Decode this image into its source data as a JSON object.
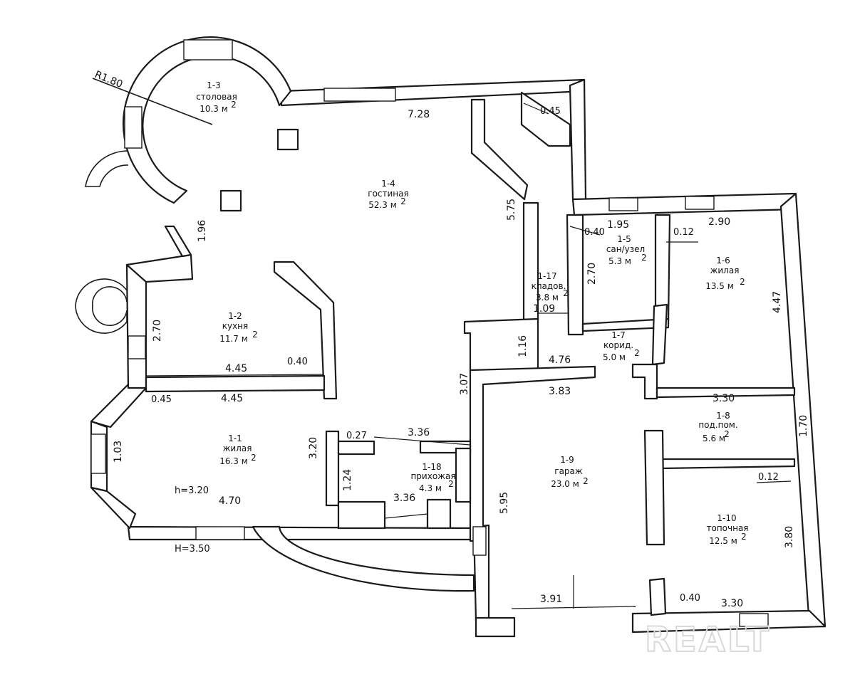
{
  "rooms": [
    {
      "id": "1-3",
      "name": "столовая",
      "area": "10.3 м",
      "sup": "2"
    },
    {
      "id": "1-4",
      "name": "гостиная",
      "area": "52.3 м",
      "sup": "2"
    },
    {
      "id": "1-2",
      "name": "кухня",
      "area": "11.7 м",
      "sup": "2"
    },
    {
      "id": "1-1",
      "name": "жилая",
      "area": "16.3 м",
      "sup": "2"
    },
    {
      "id": "1-18",
      "name": "прихожая",
      "area": "4.3 м",
      "sup": "2"
    },
    {
      "id": "1-17",
      "name": "кладов.",
      "area": "3.8 м",
      "sup": "2"
    },
    {
      "id": "1-5",
      "name": "сан/узел",
      "area": "5.3 м",
      "sup": "2"
    },
    {
      "id": "1-6",
      "name": "жилая",
      "area": "13.5 м",
      "sup": "2"
    },
    {
      "id": "1-7",
      "name": "корид.",
      "area": "5.0 м",
      "sup": "2"
    },
    {
      "id": "1-8",
      "name": "под.пом.",
      "area": "5.6 м",
      "sup": "2"
    },
    {
      "id": "1-9",
      "name": "гараж",
      "area": "23.0 м",
      "sup": "2"
    },
    {
      "id": "1-10",
      "name": "топочная",
      "area": "12.5 м",
      "sup": "2"
    }
  ],
  "dimensions": [
    "R1.80",
    "7.28",
    "0.45",
    "5.75",
    "1.96",
    "2.70",
    "4.45",
    "0.40",
    "0.45",
    "4.45",
    "1.03",
    "3.20",
    "0.27",
    "3.36",
    "3.07",
    "1.24",
    "3.36",
    "4.70",
    "1.95",
    "0.40",
    "0.12",
    "2.90",
    "2.70",
    "4.47",
    "1.09",
    "1.16",
    "4.76",
    "3.83",
    "3.30",
    "1.70",
    "0.12",
    "5.95",
    "3.80",
    "3.91",
    "0.40",
    "3.30"
  ],
  "heights": {
    "room": "h=3.20",
    "building": "H=3.50"
  },
  "watermark": "REALT"
}
